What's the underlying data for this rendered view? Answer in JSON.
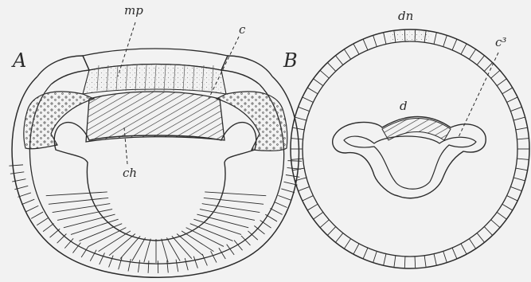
{
  "figure": {
    "panel_a": {
      "letter": "A",
      "labels": {
        "mp": "mp",
        "c": "c",
        "ch": "ch"
      }
    },
    "panel_b": {
      "letter": "B",
      "labels": {
        "dn": "dn",
        "c3": "c³",
        "d": "d"
      }
    },
    "colors": {
      "paper": "#f2f2f2",
      "ink": "#2b2b2b"
    }
  }
}
